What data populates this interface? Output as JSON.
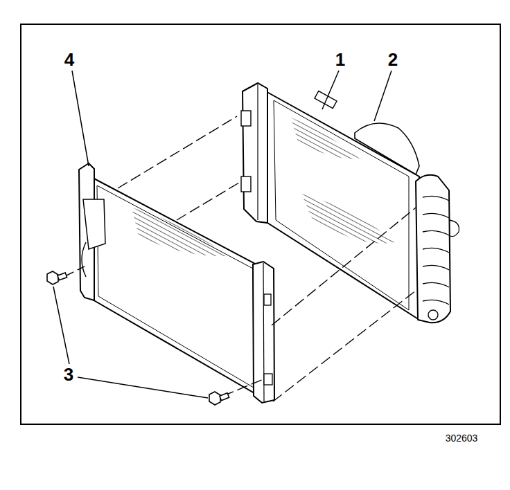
{
  "diagram": {
    "labels": [
      "4",
      "1",
      "2",
      "3",
      "302603"
    ]
  }
}
